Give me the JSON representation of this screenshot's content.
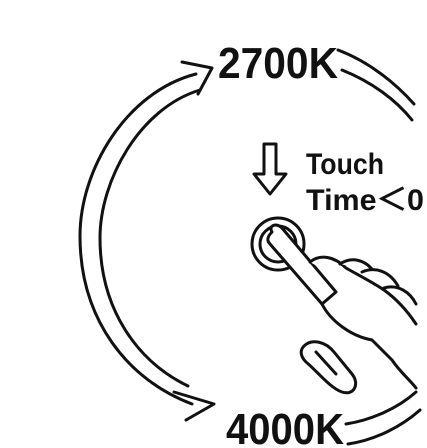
{
  "diagram": {
    "top_label": "2700K",
    "bottom_label": "4000K",
    "touch_line1": "Touch",
    "touch_line2": "Time＜0",
    "line_color": "#111111",
    "background": "#ffffff",
    "icons": {
      "arrow_arc": "double-arc-arrow-icon",
      "down_arrow": "down-arrow-icon",
      "hand": "hand-touch-icon",
      "touch_button": "touch-button-icon"
    }
  }
}
